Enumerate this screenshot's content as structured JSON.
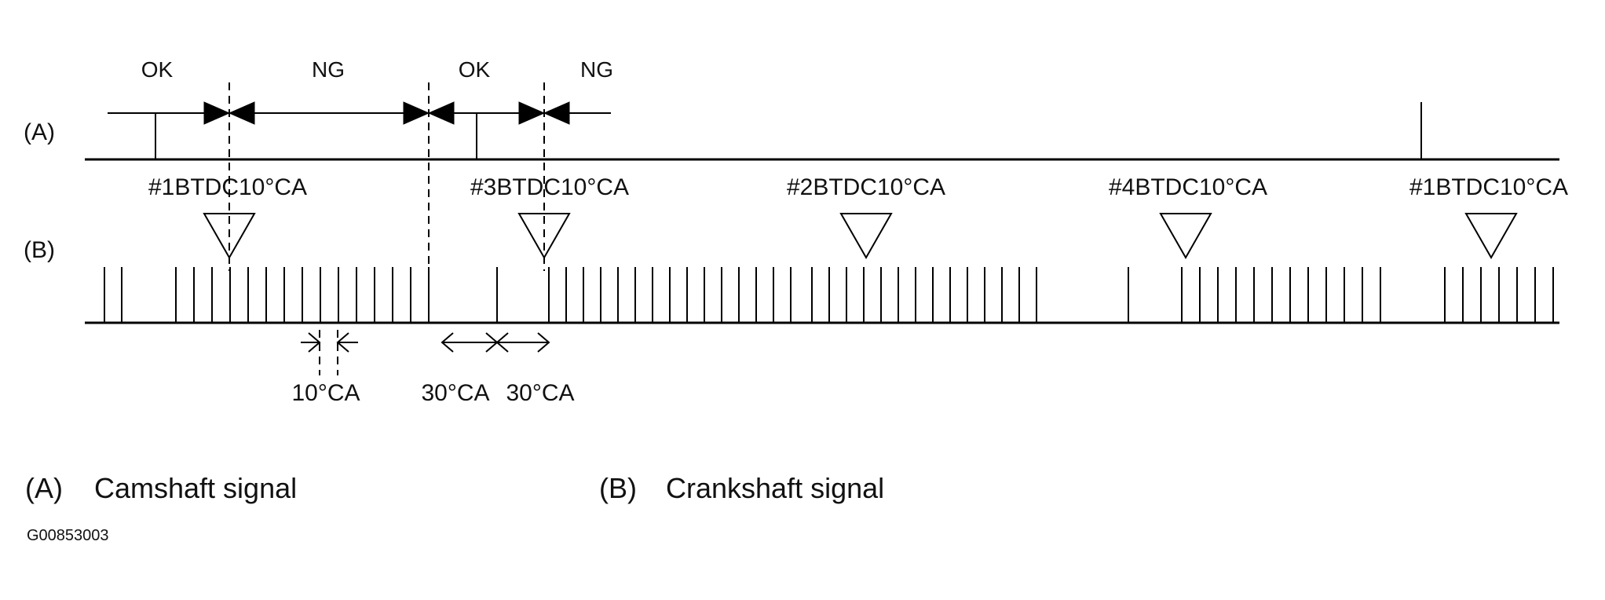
{
  "range_labels": [
    "OK",
    "NG",
    "OK",
    "NG"
  ],
  "row_labels": {
    "a": "(A)",
    "b": "(B)"
  },
  "tdc_labels": [
    "#1BTDC10°CA",
    "#3BTDC10°CA",
    "#2BTDC10°CA",
    "#4BTDC10°CA",
    "#1BTDC10°CA"
  ],
  "dimensions": {
    "pulse_pitch": "10°CA",
    "gap_a": "30°CA",
    "gap_b": "30°CA"
  },
  "legend": {
    "a_key": "(A)",
    "a_text": "Camshaft signal",
    "b_key": "(B)",
    "b_text": "Crankshaft signal"
  },
  "figure_id": "G00853003"
}
